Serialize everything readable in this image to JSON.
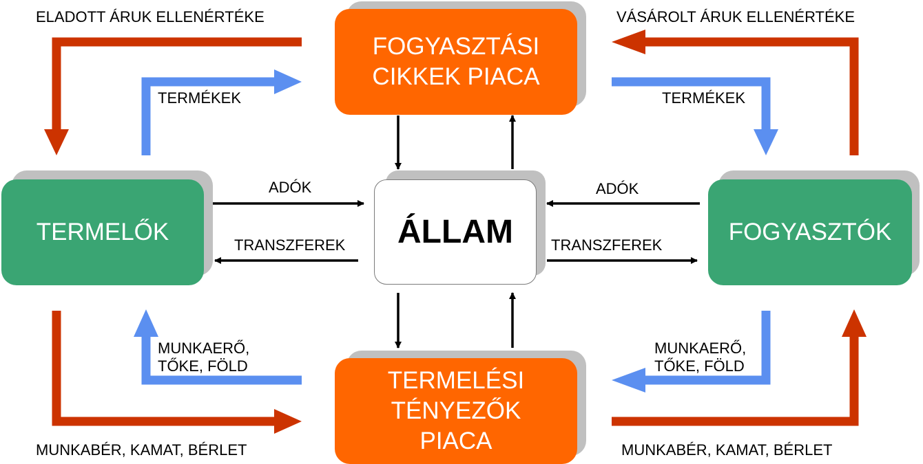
{
  "nodes": {
    "consumer_goods_market": "FOGYASZTÁSI\nCIKKEK PIACA",
    "factor_market": "TERMELÉSI\nTÉNYEZŐK\nPIACA",
    "producers": "TERMELŐK",
    "consumers": "FOGYASZTÓK",
    "state": "ÁLLAM"
  },
  "labels": {
    "sold_goods_payment": "ELADOTT ÁRUK ELLENÉRTÉKE",
    "bought_goods_payment": "VÁSÁROLT ÁRUK ELLENÉRTÉKE",
    "products_left": "TERMÉKEK",
    "products_right": "TERMÉKEK",
    "taxes_left": "ADÓK",
    "taxes_right": "ADÓK",
    "transfers_left": "TRANSZFEREK",
    "transfers_right": "TRANSZFEREK",
    "factors_left": "MUNKAERŐ,\nTŐKE, FÖLD",
    "factors_right": "MUNKAERŐ,\nTŐKE, FÖLD",
    "income_left": "MUNKABÉR, KAMAT, BÉRLET",
    "income_right": "MUNKABÉR, KAMAT, BÉRLET"
  },
  "colors": {
    "money_flow": "#cc3300",
    "real_flow": "#5b8ff0",
    "state_flow": "#000000",
    "market_box": "#ff6600",
    "agent_box": "#3aa573",
    "shadow": "#c0c0c0"
  }
}
